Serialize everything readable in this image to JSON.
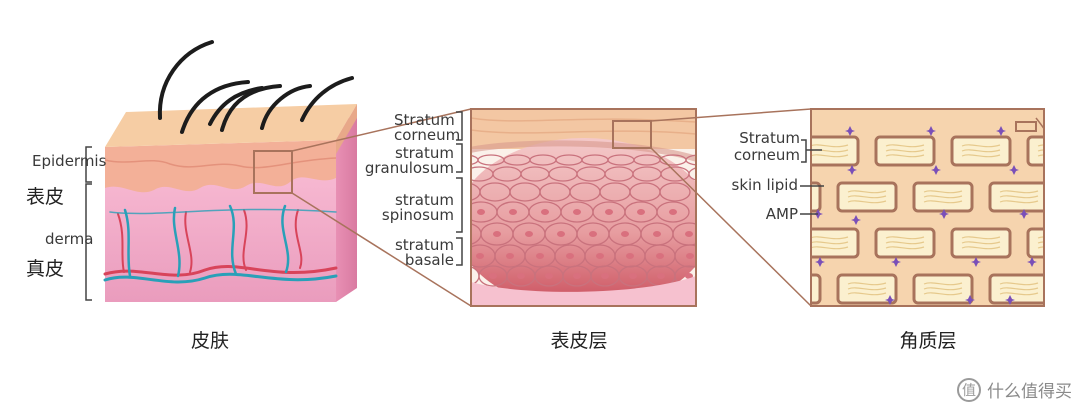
{
  "panel1": {
    "labels": {
      "epidermis": "Epidermis",
      "epidermis_cn": "表皮",
      "derma": "derma",
      "derma_cn": "真皮"
    },
    "caption": "皮肤"
  },
  "panel2": {
    "labels": {
      "corneum_1": "Stratum",
      "corneum_2": "corneum",
      "granulosum_1": "stratum",
      "granulosum_2": "granulosum",
      "spinosum_1": "stratum",
      "spinosum_2": "spinosum",
      "basale_1": "stratum",
      "basale_2": "basale"
    },
    "caption": "表皮层"
  },
  "panel3": {
    "labels": {
      "corneum_1": "Stratum",
      "corneum_2": "corneum",
      "lipid": "skin lipid",
      "amp": "AMP"
    },
    "caption": "角质层"
  },
  "watermark": {
    "icon": "值",
    "text": "什么值得买"
  },
  "colors": {
    "outline": "#a8735c",
    "skin_pink": "#efa6c4",
    "corneum": "#f6c9a0",
    "vein": "#29a0b8",
    "artery": "#d8445a",
    "amp": "#7a4fb8"
  }
}
